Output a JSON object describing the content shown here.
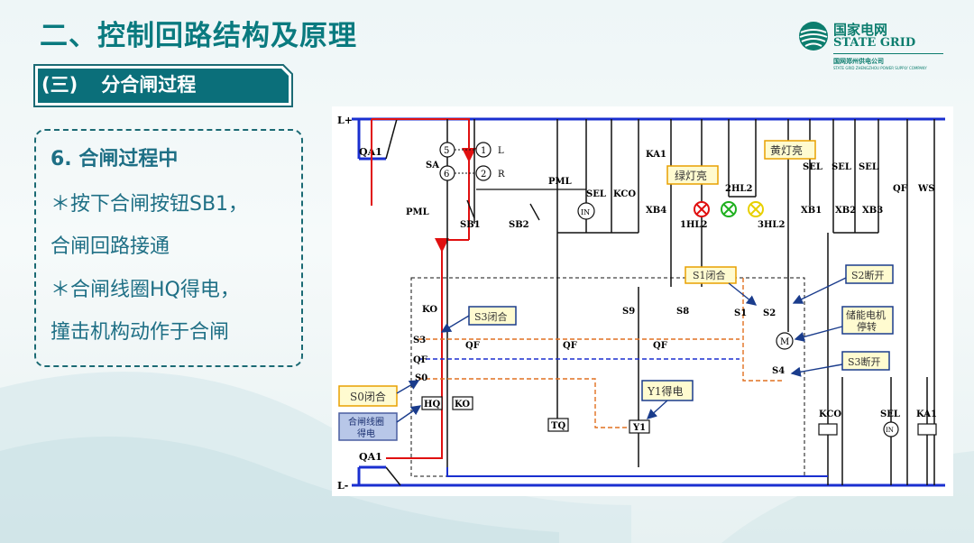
{
  "title": "二、控制回路结构及原理",
  "subtitle": {
    "num": "(三)",
    "text": "分合闸过程"
  },
  "logo": {
    "cn": "国家电网",
    "en": "STATE GRID",
    "sub": "国网郑州供电公司",
    "sub_en": "STATE GRID ZHENGZHOU POWER SUPPLY COMPANY"
  },
  "card": {
    "heading": "6. 合闸过程中",
    "lines": [
      "＊按下合闸按钮SB1，",
      "合闸回路接通",
      "＊合闸线圈HQ得电，",
      "撞击机构动作于合闸"
    ]
  },
  "diagram": {
    "bus_top": "L+",
    "bus_bottom": "L-",
    "labels": {
      "qa1_top": "QA1",
      "qa1_bottom": "QA1",
      "sa": "SA",
      "pml_left": "PML",
      "pml_top": "PML",
      "sb1": "SB1",
      "sb2": "SB2",
      "num5": "5",
      "num1": "1",
      "num6": "6",
      "num2": "2",
      "l": "L",
      "r": "R",
      "sel": "SEL",
      "kco": "KCO",
      "in": "IN",
      "xb4": "XB4",
      "ka1": "KA1",
      "hl1": "1HL2",
      "hl2": "2HL2",
      "hl3": "3HL2",
      "sel2": "SEL",
      "sel3": "SEL",
      "sel4": "SEL",
      "xb1": "XB1",
      "xb2": "XB2",
      "xb3": "XB3",
      "qf": "QF",
      "ws": "WS",
      "ko": "KO",
      "s3": "S3",
      "qf1": "QF",
      "qf2": "QF",
      "qf3": "QF",
      "qf4": "QF",
      "s0": "S0",
      "hq": "HQ",
      "ko2": "KO",
      "tq": "TQ",
      "y1": "Y1",
      "s9": "S9",
      "s8": "S8",
      "s1": "S1",
      "s2": "S2",
      "m": "M",
      "s4": "S4",
      "kco2": "KCO",
      "sel5": "SEL",
      "ka1b": "KA1",
      "in2": "IN"
    },
    "callouts": {
      "green_on": "绿灯亮",
      "yellow_on": "黄灯亮",
      "s1_close": "S1闭合",
      "s2_open": "S2断开",
      "s3_close": "S3闭合",
      "motor_stop_1": "储能电机",
      "motor_stop_2": "停转",
      "s3_open": "S3断开",
      "y1_power": "Y1得电",
      "s0_close": "S0闭合",
      "hq_power_1": "合闸线圈",
      "hq_power_2": "得电"
    }
  }
}
